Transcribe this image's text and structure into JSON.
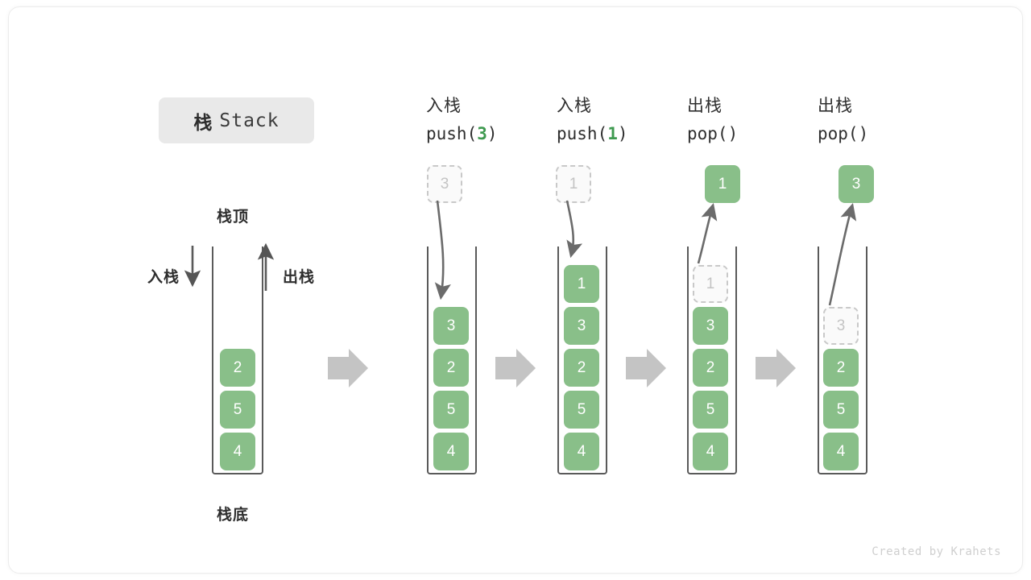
{
  "title": {
    "cn": "栈",
    "en": "Stack"
  },
  "labels": {
    "top": "栈顶",
    "bottom": "栈底",
    "push": "入栈",
    "pop": "出栈"
  },
  "footer": "Created by Krahets",
  "colors": {
    "cell_fill": "#89bf89",
    "cell_text": "#ffffff",
    "ghost_border": "#c9c9c9",
    "ghost_text": "#c4c4c4",
    "arrow_gray": "#aaaaaa",
    "stroke": "#5a5a5a",
    "accent_green": "#3f9a50",
    "chip_bg": "#e9e9e9"
  },
  "columns": [
    {
      "id": "initial",
      "head_line1": "",
      "head_line2": "",
      "head_arg": "",
      "stack": [
        "2",
        "5",
        "4"
      ],
      "floating": null,
      "ghost_in_stack": null
    },
    {
      "id": "push-3",
      "head_line1": "入栈",
      "head_line2_prefix": "push(",
      "head_arg": "3",
      "head_line2_suffix": ")",
      "floating": {
        "value": "3",
        "style": "ghost"
      },
      "stack": [
        "3",
        "2",
        "5",
        "4"
      ],
      "ghost_in_stack": null
    },
    {
      "id": "push-1",
      "head_line1": "入栈",
      "head_line2_prefix": "push(",
      "head_arg": "1",
      "head_line2_suffix": ")",
      "floating": {
        "value": "1",
        "style": "ghost"
      },
      "stack": [
        "1",
        "3",
        "2",
        "5",
        "4"
      ],
      "ghost_in_stack": null
    },
    {
      "id": "pop-1",
      "head_line1": "出栈",
      "head_line2_prefix": "pop(",
      "head_arg": "",
      "head_line2_suffix": ")",
      "floating": {
        "value": "1",
        "style": "filled"
      },
      "stack": [
        "3",
        "2",
        "5",
        "4"
      ],
      "ghost_in_stack": "1"
    },
    {
      "id": "pop-3",
      "head_line1": "出栈",
      "head_line2_prefix": "pop(",
      "head_arg": "",
      "head_line2_suffix": ")",
      "floating": {
        "value": "3",
        "style": "filled"
      },
      "stack": [
        "2",
        "5",
        "4"
      ],
      "ghost_in_stack": "3"
    }
  ]
}
